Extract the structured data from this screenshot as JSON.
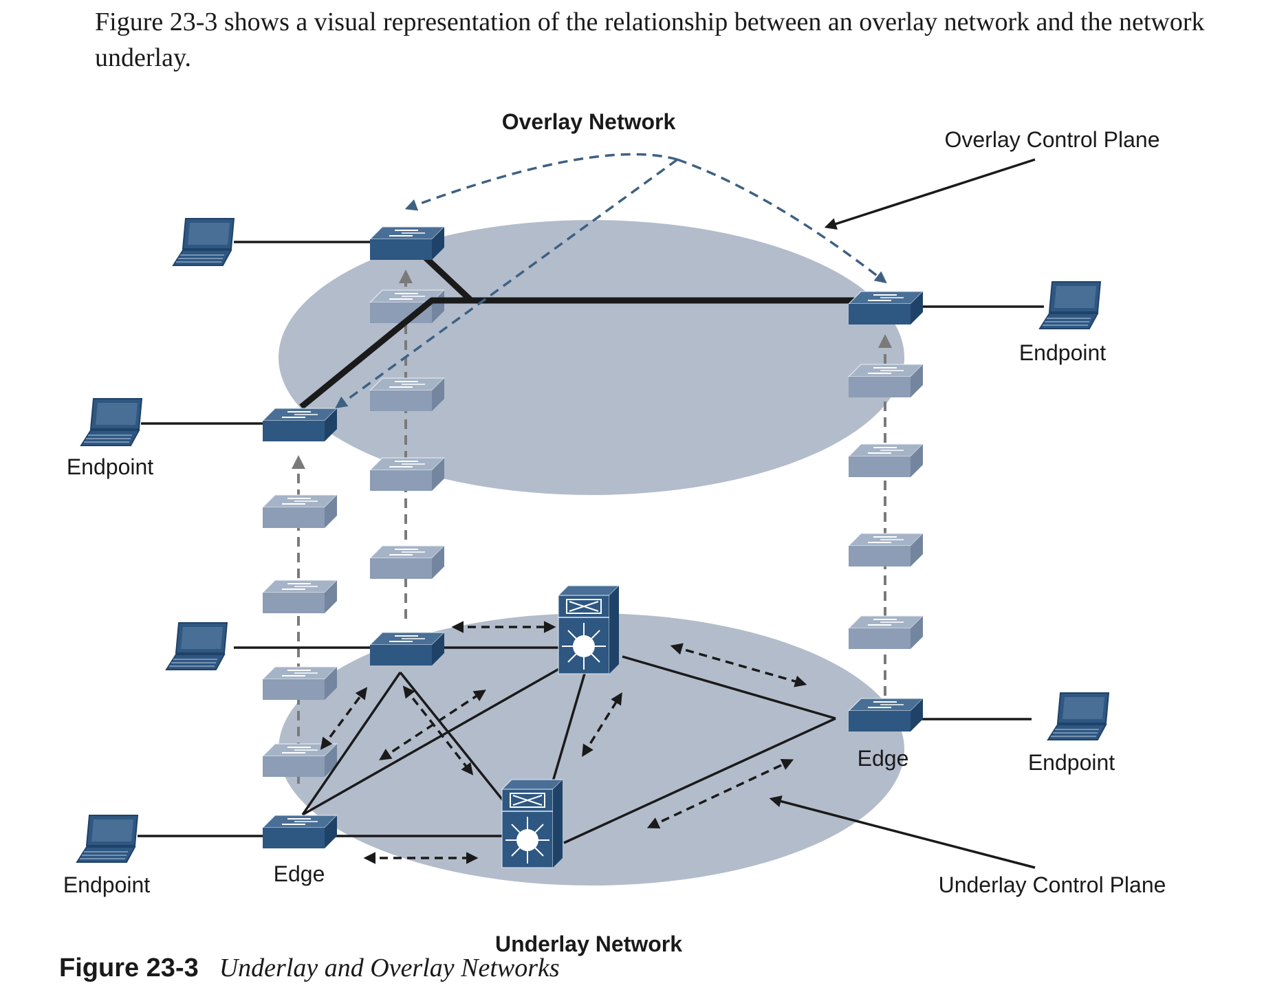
{
  "intro_text": "Figure 23-3 shows a visual representation of the relationship between an overlay network and the network underlay.",
  "labels": {
    "overlay_network": "Overlay Network",
    "underlay_network": "Underlay Network",
    "overlay_control_plane": "Overlay Control Plane",
    "underlay_control_plane": "Underlay Control Plane",
    "endpoint": "Endpoint",
    "edge": "Edge"
  },
  "caption": {
    "number": "Figure 23-3",
    "title": "Underlay and Overlay Networks"
  },
  "colors": {
    "ellipse_fill": "#b3bccb",
    "switch_top": "#4a6f96",
    "switch_front": "#2e5782",
    "switch_side": "#1f4268",
    "ghost_switch": "#8c9db5",
    "control_plane_dashed": "#3d6183",
    "tunnel_dashed": "#7a7a7a",
    "link_dark": "#1a1a1a"
  },
  "icons": {
    "switch": "switch-icon",
    "multilayer_switch": "multilayer-switch-icon",
    "laptop": "laptop-icon"
  }
}
